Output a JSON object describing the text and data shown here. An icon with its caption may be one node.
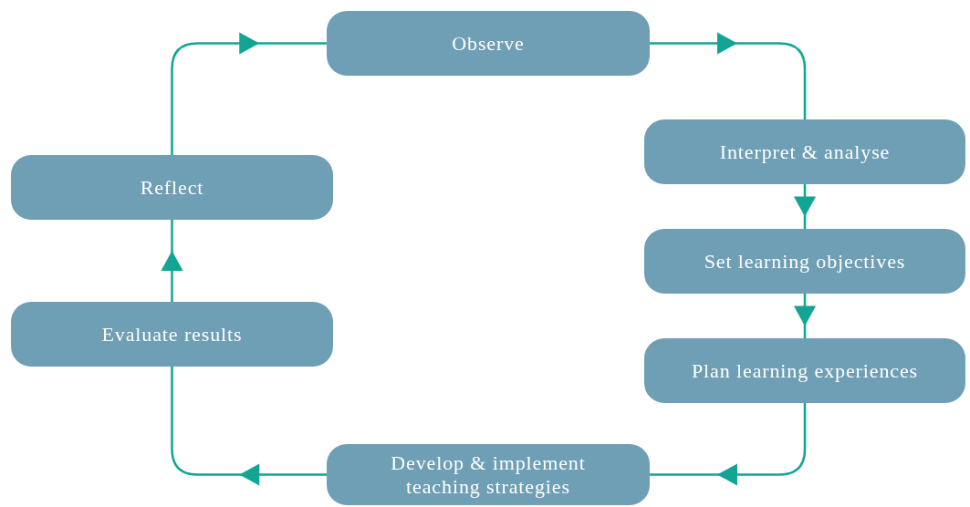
{
  "diagram": {
    "nodes": [
      {
        "text": [
          "Observe"
        ]
      },
      {
        "text": [
          "Interpret & analyse"
        ]
      },
      {
        "text": [
          "Set learning objectives"
        ]
      },
      {
        "text": [
          "Plan learning experiences"
        ]
      },
      {
        "text": [
          "Develop & implement teaching strategies"
        ]
      },
      {
        "text": [
          "Evaluate results"
        ]
      },
      {
        "text": [
          "Reflect"
        ]
      }
    ],
    "edges": [
      {
        "from": 0,
        "to": 1,
        "arrow": "to"
      },
      {
        "from": 1,
        "to": 2,
        "arrow": "to"
      },
      {
        "from": 2,
        "to": 3,
        "arrow": "to"
      },
      {
        "from": 3,
        "to": 4,
        "arrow": "to"
      },
      {
        "from": 4,
        "to": 5,
        "arrow": "to"
      },
      {
        "from": 5,
        "to": 6,
        "arrow": "to"
      },
      {
        "from": 6,
        "to": 0,
        "arrow": "to"
      }
    ]
  }
}
